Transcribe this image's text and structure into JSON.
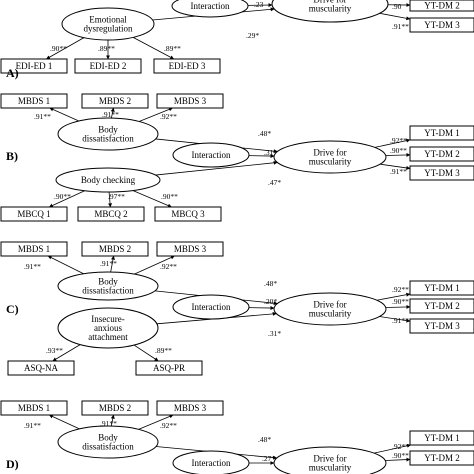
{
  "panels": [
    {
      "id": "A",
      "label": "A)",
      "boxes": [
        {
          "key": "e1",
          "text": "EDI-ED 1"
        },
        {
          "key": "e2",
          "text": "EDI-ED 2"
        },
        {
          "key": "e3",
          "text": "EDI-ED 3"
        },
        {
          "key": "y2",
          "text": "YT-DM 2"
        },
        {
          "key": "y3",
          "text": "YT-DM 3"
        }
      ],
      "ellipses": [
        {
          "key": "pred",
          "lines": [
            "Emotional",
            "dysregulation"
          ]
        },
        {
          "key": "inter",
          "lines": [
            "Interaction"
          ]
        },
        {
          "key": "out",
          "lines": [
            "Drive for",
            "muscularity"
          ]
        }
      ],
      "coefficients": [
        {
          "key": "l_e1",
          "text": ".90**"
        },
        {
          "key": "l_e2",
          "text": ".89**"
        },
        {
          "key": "l_e3",
          "text": ".89**"
        },
        {
          "key": "p_pred_out",
          "text": ".29*"
        },
        {
          "key": "p_int_out",
          "text": ".23"
        },
        {
          "key": "l_y2",
          "text": ".90"
        },
        {
          "key": "l_y3",
          "text": ".91**"
        }
      ]
    },
    {
      "id": "B",
      "label": "B)",
      "boxes": [
        {
          "key": "m1",
          "text": "MBDS 1"
        },
        {
          "key": "m2",
          "text": "MBDS 2"
        },
        {
          "key": "m3",
          "text": "MBDS 3"
        },
        {
          "key": "c1",
          "text": "MBCQ 1"
        },
        {
          "key": "c2",
          "text": "MBCQ 2"
        },
        {
          "key": "c3",
          "text": "MBCQ 3"
        },
        {
          "key": "y1",
          "text": "YT-DM 1"
        },
        {
          "key": "y2",
          "text": "YT-DM 2"
        },
        {
          "key": "y3",
          "text": "YT-DM 3"
        }
      ],
      "ellipses": [
        {
          "key": "bd",
          "lines": [
            "Body",
            "dissatisfaction"
          ]
        },
        {
          "key": "inter",
          "lines": [
            "Interaction"
          ]
        },
        {
          "key": "mod",
          "lines": [
            "Body checking"
          ]
        },
        {
          "key": "out",
          "lines": [
            "Drive for",
            "muscularity"
          ]
        }
      ],
      "coefficients": [
        {
          "key": "l_m1",
          "text": ".91**"
        },
        {
          "key": "l_m2",
          "text": ".91**"
        },
        {
          "key": "l_m3",
          "text": ".92**"
        },
        {
          "key": "p_bd_out",
          "text": ".48*"
        },
        {
          "key": "p_int_out",
          "text": ".31*"
        },
        {
          "key": "p_mod_out",
          "text": ".47*"
        },
        {
          "key": "l_c1",
          "text": ".90**"
        },
        {
          "key": "l_c2",
          "text": ".97**"
        },
        {
          "key": "l_c3",
          "text": ".90**"
        },
        {
          "key": "l_y1",
          "text": ".92**"
        },
        {
          "key": "l_y2",
          "text": ".90**"
        },
        {
          "key": "l_y3",
          "text": ".91**"
        }
      ]
    },
    {
      "id": "C",
      "label": "C)",
      "boxes": [
        {
          "key": "m1",
          "text": "MBDS 1"
        },
        {
          "key": "m2",
          "text": "MBDS 2"
        },
        {
          "key": "m3",
          "text": "MBDS 3"
        },
        {
          "key": "a1",
          "text": "ASQ-NA"
        },
        {
          "key": "a2",
          "text": "ASQ-PR"
        },
        {
          "key": "y1",
          "text": "YT-DM 1"
        },
        {
          "key": "y2",
          "text": "YT-DM 2"
        },
        {
          "key": "y3",
          "text": "YT-DM 3"
        }
      ],
      "ellipses": [
        {
          "key": "bd",
          "lines": [
            "Body",
            "dissatisfaction"
          ]
        },
        {
          "key": "inter",
          "lines": [
            "Interaction"
          ]
        },
        {
          "key": "mod",
          "lines": [
            "Insecure-",
            "anxious",
            "attachment"
          ]
        },
        {
          "key": "out",
          "lines": [
            "Drive for",
            "muscularity"
          ]
        }
      ],
      "coefficients": [
        {
          "key": "l_m1",
          "text": ".91**"
        },
        {
          "key": "l_m2",
          "text": ".91**"
        },
        {
          "key": "l_m3",
          "text": ".92**"
        },
        {
          "key": "p_bd_out",
          "text": ".48*"
        },
        {
          "key": "p_int_out",
          "text": ".20*"
        },
        {
          "key": "p_mod_out",
          "text": ".31*"
        },
        {
          "key": "l_a1",
          "text": ".93**"
        },
        {
          "key": "l_a2",
          "text": ".89**"
        },
        {
          "key": "l_y1",
          "text": ".92**"
        },
        {
          "key": "l_y2",
          "text": ".90**"
        },
        {
          "key": "l_y3",
          "text": ".91**"
        }
      ]
    },
    {
      "id": "D",
      "label": "D)",
      "boxes": [
        {
          "key": "m1",
          "text": "MBDS 1"
        },
        {
          "key": "m2",
          "text": "MBDS 2"
        },
        {
          "key": "m3",
          "text": "MBDS 3"
        },
        {
          "key": "y1",
          "text": "YT-DM 1"
        },
        {
          "key": "y2",
          "text": "YT-DM 2"
        }
      ],
      "ellipses": [
        {
          "key": "bd",
          "lines": [
            "Body",
            "dissatisfaction"
          ]
        },
        {
          "key": "inter",
          "lines": [
            "Interaction"
          ]
        },
        {
          "key": "out",
          "lines": [
            "Drive for",
            "muscularity"
          ]
        }
      ],
      "coefficients": [
        {
          "key": "l_m1",
          "text": ".91**"
        },
        {
          "key": "l_m2",
          "text": ".91**"
        },
        {
          "key": "l_m3",
          "text": ".92**"
        },
        {
          "key": "p_bd_out",
          "text": ".48*"
        },
        {
          "key": "p_int_out",
          "text": ".27*"
        },
        {
          "key": "l_y1",
          "text": ".92**"
        },
        {
          "key": "l_y2",
          "text": ".90**"
        }
      ]
    }
  ]
}
